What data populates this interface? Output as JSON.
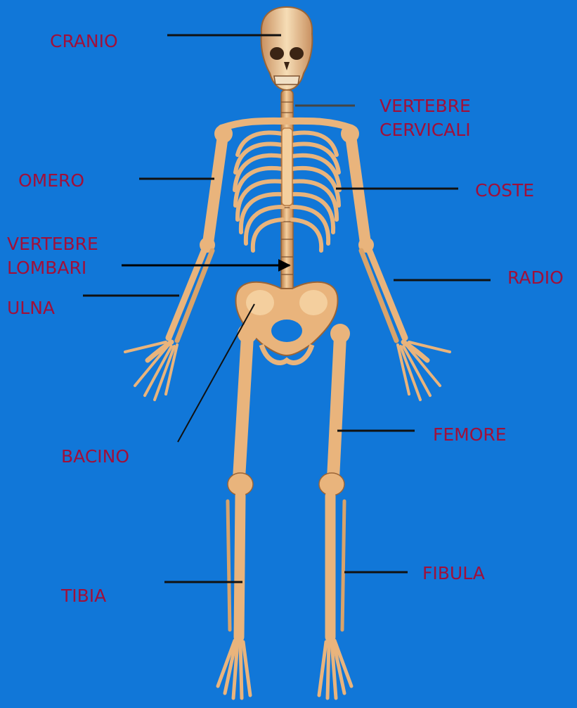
{
  "colors": {
    "background": "#1177D8",
    "label_text": "#A0103A",
    "leader_line": "#111111",
    "bone": "#E9B47C",
    "bone_shadow": "#B87B45",
    "bone_highlight": "#F7DDB8"
  },
  "labels": {
    "cranio": "CRANIO",
    "vertebre_cervicali": "VERTEBRE\nCERVICALI",
    "omero": "OMERO",
    "coste": "COSTE",
    "vertebre_lombari": "VERTEBRE\nLOMBARI",
    "radio": "RADIO",
    "ulna": "ULNA",
    "bacino": "BACINO",
    "femore": "FEMORE",
    "fibula": "FIBULA",
    "tibia": "TIBIA"
  }
}
